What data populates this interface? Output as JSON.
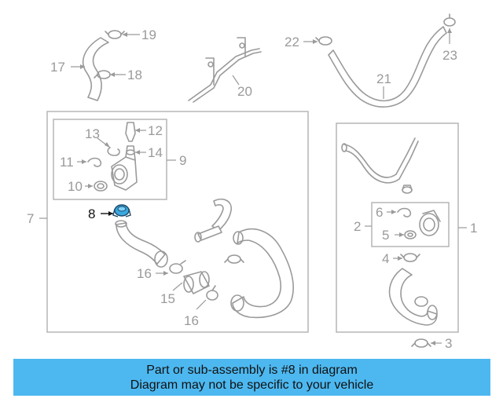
{
  "colors": {
    "line_gray": "#9a9a9a",
    "highlight_part": "#3aa8e0",
    "banner_bg": "#4db8f0",
    "text_dark": "#111111"
  },
  "callouts": {
    "c1": "1",
    "c2": "2",
    "c3": "3",
    "c4": "4",
    "c5": "5",
    "c6": "6",
    "c7": "7",
    "c8": "8",
    "c9": "9",
    "c10": "10",
    "c11": "11",
    "c12": "12",
    "c13": "13",
    "c14": "14",
    "c15": "15",
    "c16a": "16",
    "c16b": "16",
    "c17": "17",
    "c18": "18",
    "c19": "19",
    "c20": "20",
    "c21": "21",
    "c22": "22",
    "c23": "23"
  },
  "highlighted_part": "8",
  "banner": {
    "line1": "Part or sub-assembly is #8 in diagram",
    "line2": "Diagram may not be specific to your vehicle"
  }
}
